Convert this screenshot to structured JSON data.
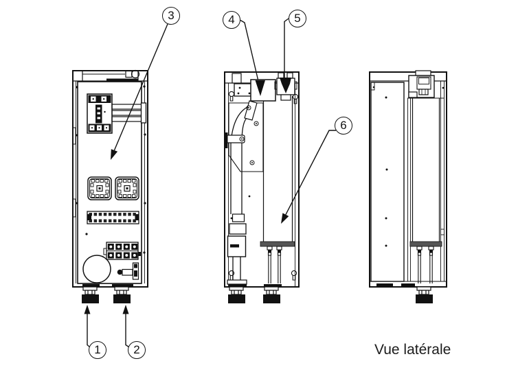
{
  "colors": {
    "line": "#111111",
    "background": "#ffffff",
    "flange_fill": "#555555"
  },
  "caption": {
    "text": "Vue latérale"
  },
  "callouts": [
    {
      "label": "1"
    },
    {
      "label": "2"
    },
    {
      "label": "3"
    },
    {
      "label": "4"
    },
    {
      "label": "5"
    },
    {
      "label": "6"
    }
  ]
}
